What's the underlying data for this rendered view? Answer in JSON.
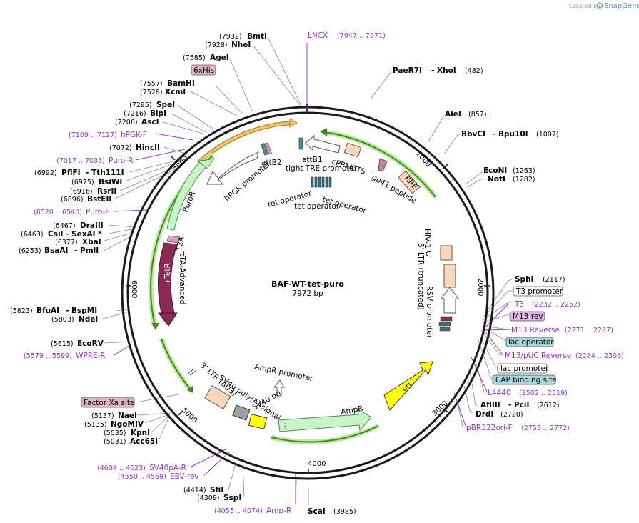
{
  "branding": {
    "created_by": "Created by",
    "app": "SnapGene"
  },
  "plasmid": {
    "name": "BAF-WT-tet-puro",
    "size": "7972 bp"
  },
  "ticks": [
    "1000",
    "2000",
    "3000",
    "4000",
    "5000",
    "6000",
    "7000"
  ],
  "right_sites": [
    {
      "name": "PaeR7I",
      "alias": "- XhoI",
      "pos": "(482)"
    },
    {
      "name": "AleI",
      "pos": "(857)"
    },
    {
      "name": "BbvCI",
      "alias": "- Bpu10I",
      "pos": "(1007)"
    },
    {
      "name": "EcoNI",
      "pos": "(1263)"
    },
    {
      "name": "NotI",
      "pos": "(1282)"
    },
    {
      "name": "SphI",
      "pos": "(2117)"
    },
    {
      "name": "AflIII",
      "alias": "- PciI",
      "pos": "(2612)"
    },
    {
      "name": "DrdI",
      "pos": "(2720)"
    },
    {
      "name": "ScaI",
      "pos": "(3985)"
    }
  ],
  "left_sites": [
    {
      "name": "BmtI",
      "pos": "(7932)"
    },
    {
      "name": "NheI",
      "pos": "(7928)"
    },
    {
      "name": "AgeI",
      "pos": "(7585)"
    },
    {
      "name": "BamHI",
      "pos": "(7557)"
    },
    {
      "name": "XcmI",
      "pos": "(7528)"
    },
    {
      "name": "SpeI",
      "pos": "(7295)"
    },
    {
      "name": "BlpI",
      "pos": "(7216)"
    },
    {
      "name": "AscI",
      "pos": "(7206)"
    },
    {
      "name": "HincII",
      "pos": "(7072)"
    },
    {
      "name": "PflFI",
      "alias": "- Tth111I",
      "pos": "(6992)"
    },
    {
      "name": "BsiWI",
      "pos": "(6975)"
    },
    {
      "name": "RsrII",
      "pos": "(6916)"
    },
    {
      "name": "BstEII",
      "pos": "(6896)"
    },
    {
      "name": "DraIII",
      "pos": "(6467)"
    },
    {
      "name": "CsiI",
      "alias": "- SexAI *",
      "pos": "(6463)"
    },
    {
      "name": "XbaI",
      "pos": "(6377)"
    },
    {
      "name": "BsaAI",
      "alias": "- PmlI",
      "pos": "(6253)"
    },
    {
      "name": "BfuAI",
      "alias": "- BspMI",
      "pos": "(5823)"
    },
    {
      "name": "NdeI",
      "pos": "(5803)"
    },
    {
      "name": "EcoRV",
      "pos": "(5615)"
    },
    {
      "name": "NaeI",
      "pos": "(5137)"
    },
    {
      "name": "NgoMIV",
      "pos": "(5135)"
    },
    {
      "name": "KpnI",
      "pos": "(5035)"
    },
    {
      "name": "Acc65I",
      "pos": "(5031)"
    },
    {
      "name": "SfiI",
      "pos": "(4414)"
    },
    {
      "name": "SspI",
      "pos": "(4309)"
    }
  ],
  "primers": [
    {
      "name": "LNCX",
      "range": "(7947 .. 7971)"
    },
    {
      "name": "hPGK-F",
      "range": "(7109 .. 7127)"
    },
    {
      "name": "Puro-R",
      "range": "(7017 .. 7036)"
    },
    {
      "name": "Puro-F",
      "range": "(6520 .. 6540)"
    },
    {
      "name": "WPRE-R",
      "range": "(5579 .. 5599)"
    },
    {
      "name": "SV40pA-R",
      "range": "(4604 .. 4623)"
    },
    {
      "name": "EBV-rev",
      "range": "(4550 .. 4569)"
    },
    {
      "name": "Amp-R",
      "range": "(4055 .. 4074)"
    },
    {
      "name": "T3",
      "range": "(2232 .. 2252)"
    },
    {
      "name": "M13 Reverse",
      "range": "(2271 .. 2287)"
    },
    {
      "name": "M13/pUC Reverse",
      "range": "(2284 .. 2306)"
    },
    {
      "name": "L4440",
      "range": "(2502 .. 2519)"
    },
    {
      "name": "pBR322ori-F",
      "range": "(2753 .. 2772)"
    }
  ],
  "boxed_labels": {
    "his": "6xHis",
    "factor_xa": "Factor Xa site",
    "t3_promoter": "T3 promoter",
    "m13_rev": "M13 rev",
    "lac_operator": "lac operator",
    "lac_promoter": "lac promoter",
    "cap_site": "CAP binding site"
  },
  "features": {
    "attb1": "attB1",
    "attb2": "attB2",
    "tight_tre": "tight TRE promoter",
    "cppt": "cPPT/CTS",
    "gp41": "gp41 peptide",
    "rre": "RRE",
    "tet_op1": "tet operator",
    "tet_op2": "tet operator",
    "tet_op3": "tet operator",
    "hpgk": "hPGK promoter",
    "puror": "PuroR",
    "t2a": "T2A",
    "rtetr": "rTetR",
    "rtta": "rtTA-Advanced",
    "hiv_psi": "HIV-1 Ψ",
    "ltr5": "5' LTR (truncated)",
    "rsv": "RSV promoter",
    "ori": "ori",
    "ampr": "AmpR",
    "ampr_promoter": "AmpR promoter",
    "sv40_ori": "SV40 ori",
    "sv40_polya": "SV40 poly(A) signal",
    "ltr3": "3' LTR (ΔU3)"
  },
  "colors": {
    "backbone": "#1a1a1a",
    "enzyme": "#000000",
    "primer": "#9933cc",
    "puro": "#c8f5c8",
    "rtetr": "#8b2a55",
    "ori": "#ffff00",
    "orange": "#f5c07a",
    "green_outline": "#55aa22",
    "box_pink": "#e0b5c8",
    "box_blue": "#a8d4dd"
  }
}
